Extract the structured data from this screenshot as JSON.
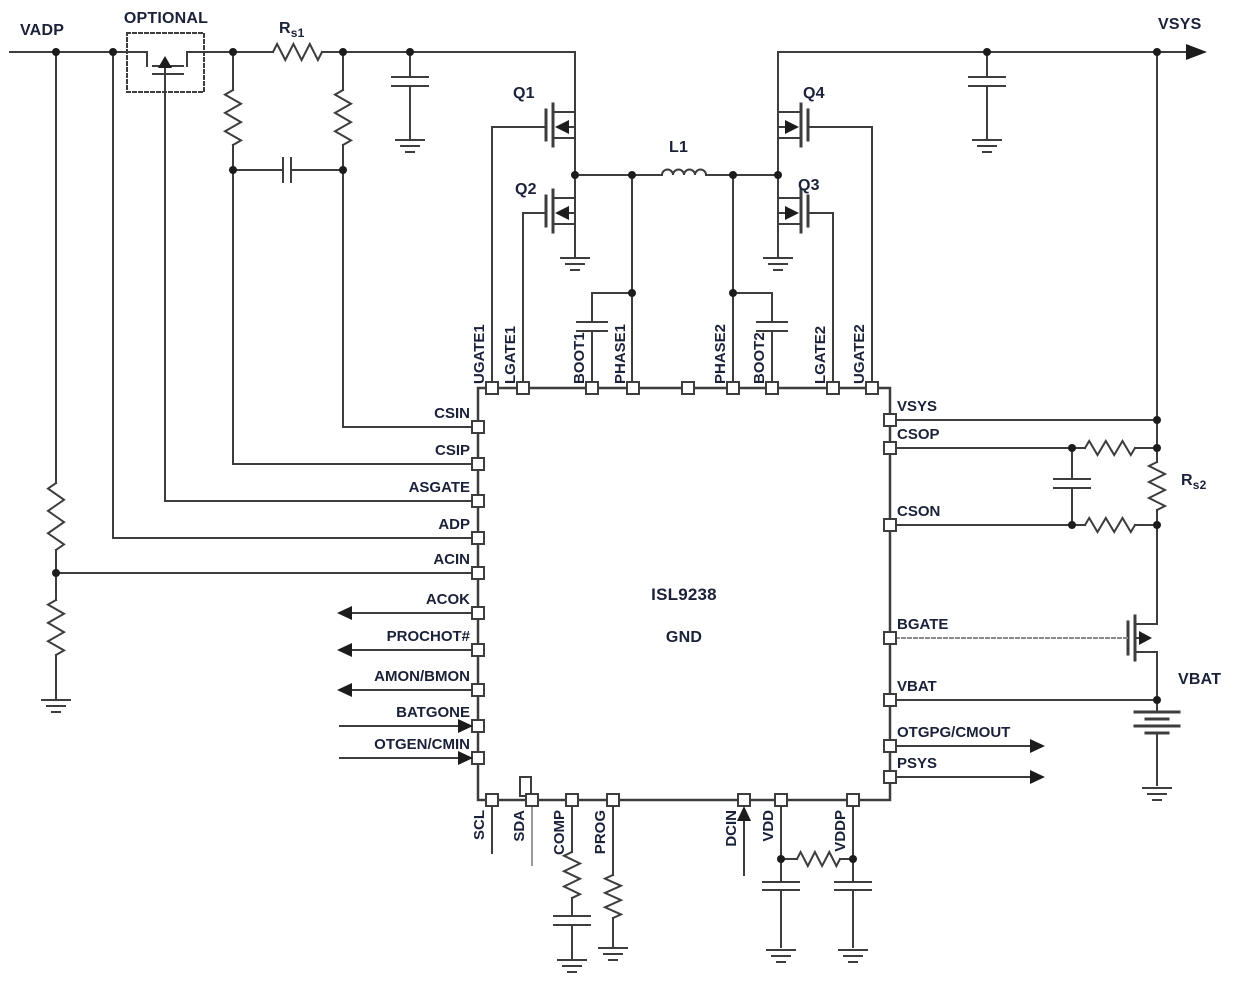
{
  "diagram_type": "circuit-schematic",
  "ic": {
    "part_number": "ISL9238",
    "ground_label": "GND",
    "pins": {
      "top": [
        "UGATE1",
        "LGATE1",
        "BOOT1",
        "PHASE1",
        "",
        "PHASE2",
        "BOOT2",
        "LGATE2",
        "UGATE2"
      ],
      "left": [
        "CSIN",
        "CSIP",
        "ASGATE",
        "ADP",
        "ACIN",
        "ACOK",
        "PROCHOT#",
        "AMON/BMON",
        "BATGONE",
        "OTGEN/CMIN"
      ],
      "right": [
        "VSYS",
        "CSOP",
        "CSON",
        "BGATE",
        "VBAT",
        "OTGPG/CMOUT",
        "PSYS"
      ],
      "bottom": [
        "SCL",
        "SDA",
        "COMP",
        "PROG",
        "DCIN",
        "VDD",
        "VDDP"
      ]
    },
    "pin_directions": {
      "outputs_left": [
        "ACOK",
        "PROCHOT#",
        "AMON/BMON"
      ],
      "inputs_left": [
        "BATGONE",
        "OTGEN/CMIN"
      ],
      "outputs_right": [
        "OTGPG/CMOUT",
        "PSYS"
      ],
      "inputs_bottom": [
        "DCIN"
      ]
    }
  },
  "nodes": {
    "vadp": "VADP",
    "vsys": "VSYS",
    "vbat": "VBAT",
    "optional": "OPTIONAL"
  },
  "components": {
    "q1": "Q1",
    "q2": "Q2",
    "q3": "Q3",
    "q4": "Q4",
    "l1": "L1",
    "rs1_prefix": "R",
    "rs1_sub": "s1",
    "rs2_prefix": "R",
    "rs2_sub": "s2"
  },
  "colors": {
    "wire": "#3d3d3d",
    "text": "#1a2138",
    "background": "#ffffff",
    "dashed_gate": "#8a8a8a"
  }
}
